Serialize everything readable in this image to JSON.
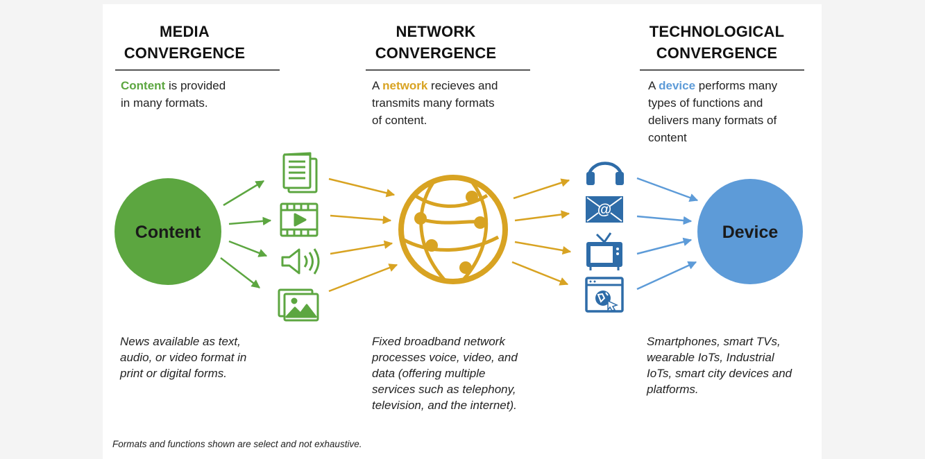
{
  "colors": {
    "content_green": "#5ca640",
    "network_gold": "#d8a322",
    "device_blue": "#5d9bd8",
    "icon_blue": "#2e6ca8"
  },
  "columns": {
    "media": {
      "heading_line1": "MEDIA",
      "heading_line2": "CONVERGENCE",
      "desc_keyword": "Content",
      "desc_rest_line1": " is provided",
      "desc_line2": "in many formats.",
      "note_lines": [
        "News available as text,",
        "audio, or video format in",
        "print or digital forms."
      ]
    },
    "network": {
      "heading_line1": "NETWORK",
      "heading_line2": "CONVERGENCE",
      "desc_prefix": "A ",
      "desc_keyword": "network",
      "desc_rest_line1": " recieves and",
      "desc_line2": "transmits many formats",
      "desc_line3": "of content.",
      "note_lines": [
        "Fixed broadband network",
        "processes voice, video, and",
        "data (offering multiple",
        "services such as telephony,",
        "television, and the internet)."
      ]
    },
    "technological": {
      "heading_line1": "TECHNOLOGICAL",
      "heading_line2": "CONVERGENCE",
      "desc_prefix": "A ",
      "desc_keyword": "device",
      "desc_rest_line1": " performs many",
      "desc_line2": "types of functions and",
      "desc_line3": "delivers many formats of",
      "desc_line4": "content",
      "note_lines": [
        "Smartphones, smart TVs,",
        "wearable IoTs, Industrial",
        "IoTs, smart city devices and",
        "platforms."
      ]
    }
  },
  "nodes": {
    "content_label": "Content",
    "device_label": "Device"
  },
  "content_format_icons": [
    "document-icon",
    "video-icon",
    "audio-speaker-icon",
    "image-icon"
  ],
  "device_function_icons": [
    "headphones-icon",
    "email-icon",
    "television-icon",
    "web-browser-icon"
  ],
  "footnote": "Formats and functions shown are select and not exhaustive."
}
